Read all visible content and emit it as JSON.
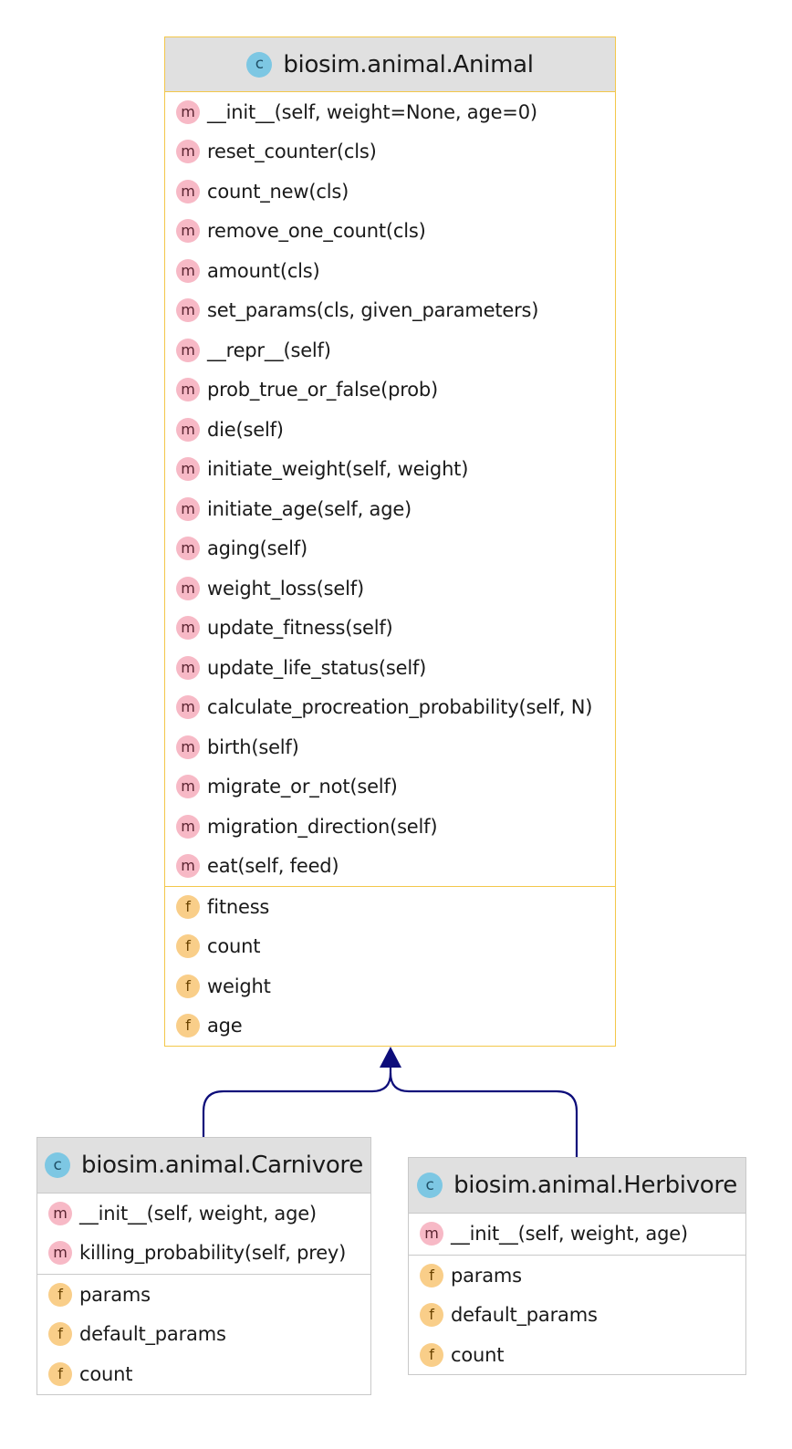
{
  "classes": {
    "animal": {
      "name": "biosim.animal.Animal",
      "methods": [
        "__init__(self, weight=None, age=0)",
        "reset_counter(cls)",
        "count_new(cls)",
        "remove_one_count(cls)",
        "amount(cls)",
        "set_params(cls, given_parameters)",
        "__repr__(self)",
        "prob_true_or_false(prob)",
        "die(self)",
        "initiate_weight(self, weight)",
        "initiate_age(self, age)",
        "aging(self)",
        "weight_loss(self)",
        "update_fitness(self)",
        "update_life_status(self)",
        "calculate_procreation_probability(self, N)",
        "birth(self)",
        "migrate_or_not(self)",
        "migration_direction(self)",
        "eat(self, feed)"
      ],
      "fields": [
        "fitness",
        "count",
        "weight",
        "age"
      ]
    },
    "carnivore": {
      "name": "biosim.animal.Carnivore",
      "methods": [
        "__init__(self, weight, age)",
        "killing_probability(self, prey)"
      ],
      "fields": [
        "params",
        "default_params",
        "count"
      ]
    },
    "herbivore": {
      "name": "biosim.animal.Herbivore",
      "methods": [
        "__init__(self, weight, age)"
      ],
      "fields": [
        "params",
        "default_params",
        "count"
      ]
    }
  },
  "badges": {
    "class": "c",
    "method": "m",
    "field": "f"
  },
  "colors": {
    "main_border": "#f3c74a",
    "sub_border": "#c9c9c9",
    "header_bg": "#e0e0e0",
    "method_badge": "#f7b9c6",
    "field_badge": "#f9ce89",
    "class_badge": "#7dc7e3",
    "arrow": "#0d0d7a"
  }
}
